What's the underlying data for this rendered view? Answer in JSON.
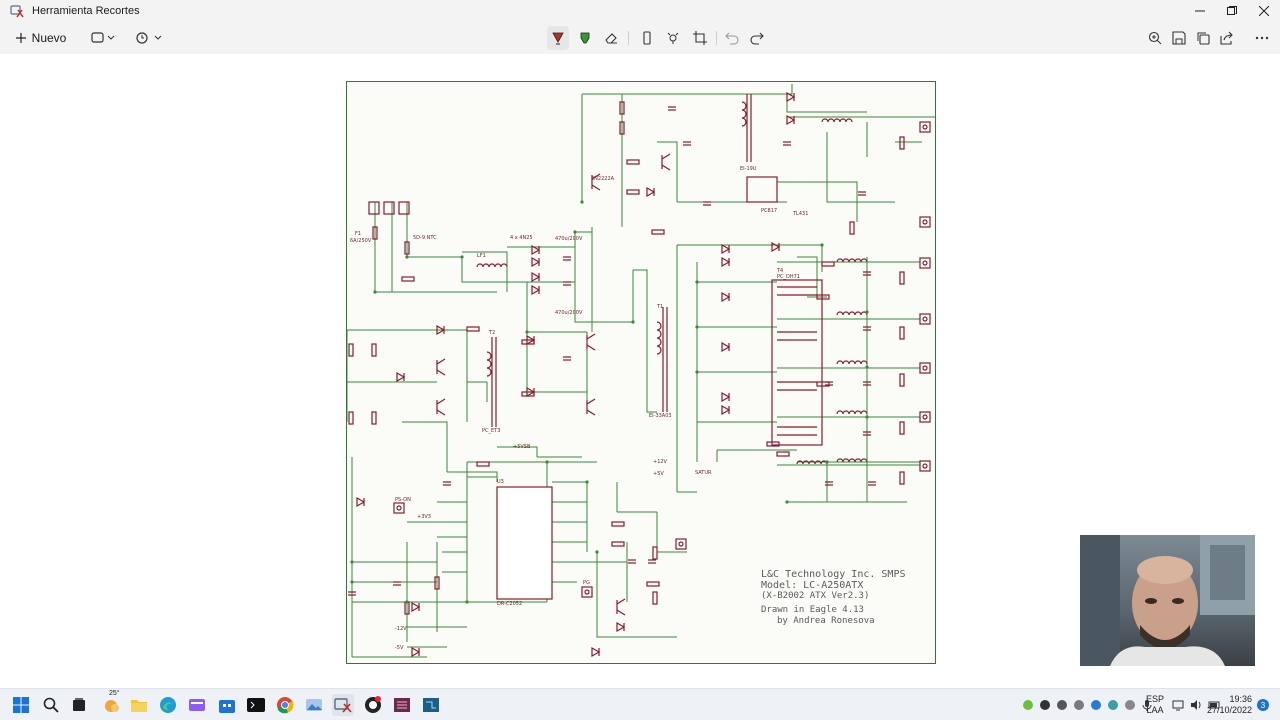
{
  "window": {
    "title": "Herramienta Recortes",
    "controls": {
      "minimize": "minimize-icon",
      "maximize": "maximize-icon",
      "close": "close-icon"
    }
  },
  "toolbar": {
    "new_label": "Nuevo",
    "left_tools": [
      "snip-mode-icon",
      "timer-icon"
    ],
    "center_tools": [
      "ballpoint-pen-icon",
      "highlighter-icon",
      "eraser-icon",
      "ruler-icon",
      "touch-writing-icon",
      "crop-icon",
      "undo-icon",
      "redo-icon"
    ],
    "right_tools": [
      "zoom-icon",
      "save-icon",
      "copy-icon",
      "share-icon",
      "more-icon"
    ],
    "accent": "#c42b1c"
  },
  "schematic": {
    "line_color": "#3a8a3a",
    "part_color": "#8a1a2a",
    "credit": {
      "line1": "L&C Technology Inc. SMPS",
      "line2": "Model: LC-A250ATX",
      "line3": "(X-B2002 ATX Ver2.3)",
      "line4": "Drawn in Eagle 4.13",
      "line5": "by Andrea Ronesova"
    },
    "labels": {
      "ic_u3": "U3",
      "ic_u3_part": "DR-C2052",
      "fuse": "F1",
      "fuse_rating": "6A/250V",
      "t1": "T1",
      "t1_part": "EI-33A03",
      "t2": "T2",
      "t2_part": "PC_ET3",
      "t3_part": "EI-19U",
      "t4": "T4",
      "t4_part": "PC_DH71",
      "l1_part": "SATUR",
      "q1": "2N2222A",
      "opto": "PC817",
      "u2": "TL431",
      "r_nt": "5D-9 NTC",
      "lf1": "LF1",
      "bridge_part": "4 x 4N25",
      "c2": "470u/200V",
      "c1": "470u/200V",
      "v_12": "+12V",
      "v_5": "+5V",
      "v_3v3": "+3V3",
      "v_m12": "-12V",
      "v_m5": "-5V",
      "v_5vsb": "+5VSB",
      "pg": "PG",
      "ps_on": "PS-ON"
    }
  },
  "taskbar": {
    "apps": [
      "windows-start-icon",
      "search-icon",
      "task-view-icon",
      "widgets-icon",
      "file-explorer-icon",
      "edge-icon",
      "notepad-icon",
      "store-icon",
      "terminal-icon",
      "chrome-icon",
      "photos-icon",
      "snipping-tool-icon",
      "obs-icon",
      "ide-icon",
      "circuit-app-icon"
    ],
    "weather_temp": "25°",
    "language": "ESP",
    "keyboard": "LAA",
    "time": "19:36",
    "date": "27/10/2022",
    "notification_count": "3"
  }
}
